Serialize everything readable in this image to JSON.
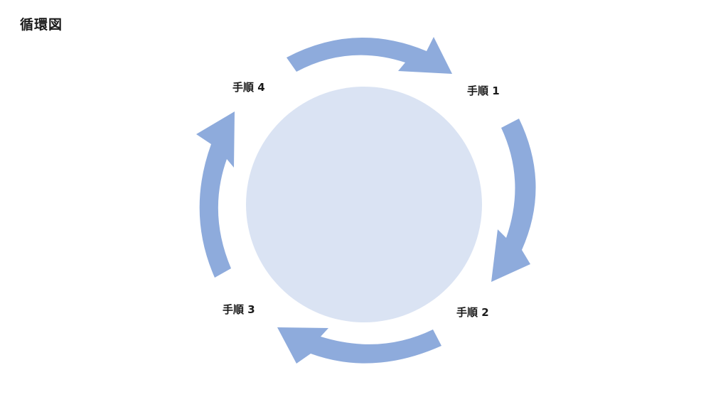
{
  "title": "循環図",
  "colors": {
    "arrow": "#8eabdc",
    "circle": "#dae3f3",
    "text": "#1a1a1a",
    "background": "#ffffff"
  },
  "steps": [
    {
      "label": "手順 1"
    },
    {
      "label": "手順 2"
    },
    {
      "label": "手順 3"
    },
    {
      "label": "手順 4"
    }
  ]
}
